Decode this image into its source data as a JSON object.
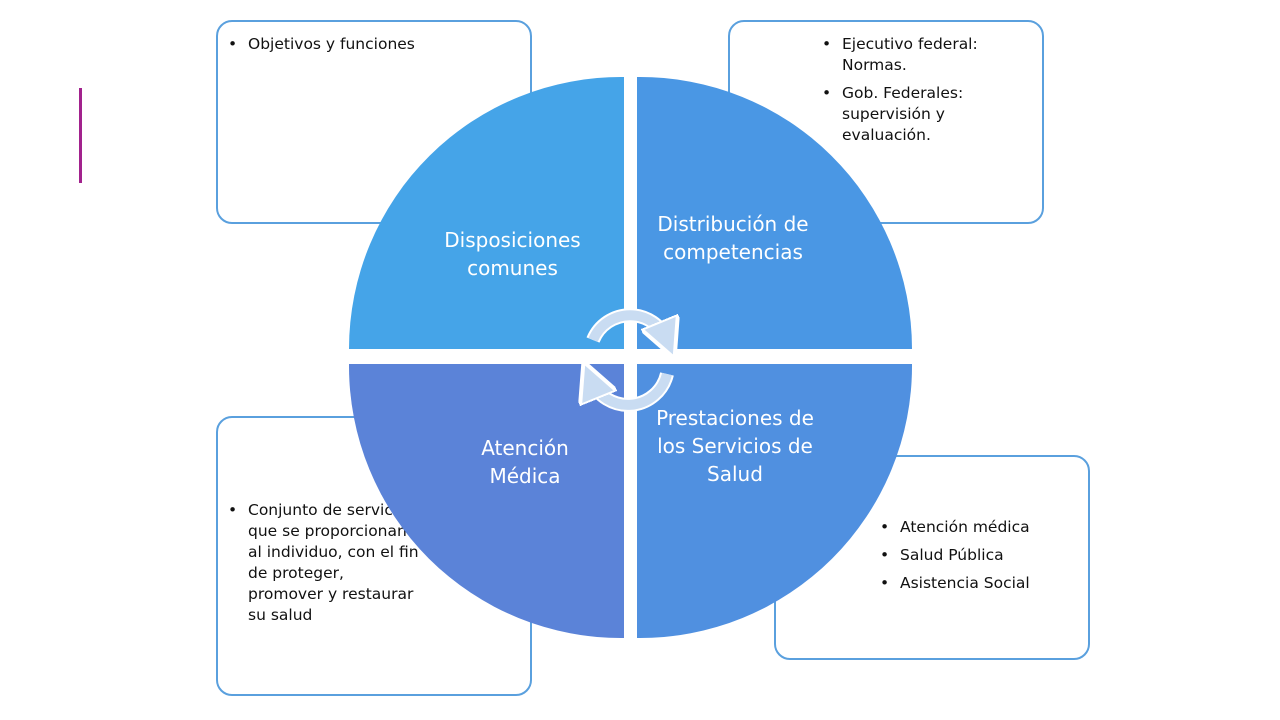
{
  "colors": {
    "quadrant_top_left": "#45a4e8",
    "quadrant_top_right": "#4a97e4",
    "quadrant_bottom_right": "#5090e0",
    "quadrant_bottom_left": "#5b83d8",
    "callout_border": "#5aa0de",
    "accent_bar": "#a2228d",
    "cycle_arrows": "#c9dcf2"
  },
  "quadrants": [
    {
      "label": "Disposiciones comunes"
    },
    {
      "label": "Distribución de competencias"
    },
    {
      "label": "Prestaciones de los Servicios de Salud"
    },
    {
      "label": "Atención Médica"
    }
  ],
  "callouts": {
    "top_left": {
      "items": [
        "Objetivos y funciones"
      ]
    },
    "top_right": {
      "items": [
        "Ejecutivo federal: Normas.",
        "Gob. Federales: supervisión y evaluación."
      ]
    },
    "bottom_right": {
      "items": [
        "Atención médica",
        "Salud Pública",
        "Asistencia Social"
      ]
    },
    "bottom_left": {
      "items": [
        "Conjunto de servicios que se proporcionan al individuo, con el fin de proteger, promover y restaurar su salud"
      ]
    }
  },
  "icons": {
    "center": "cycle-arrows-icon"
  }
}
